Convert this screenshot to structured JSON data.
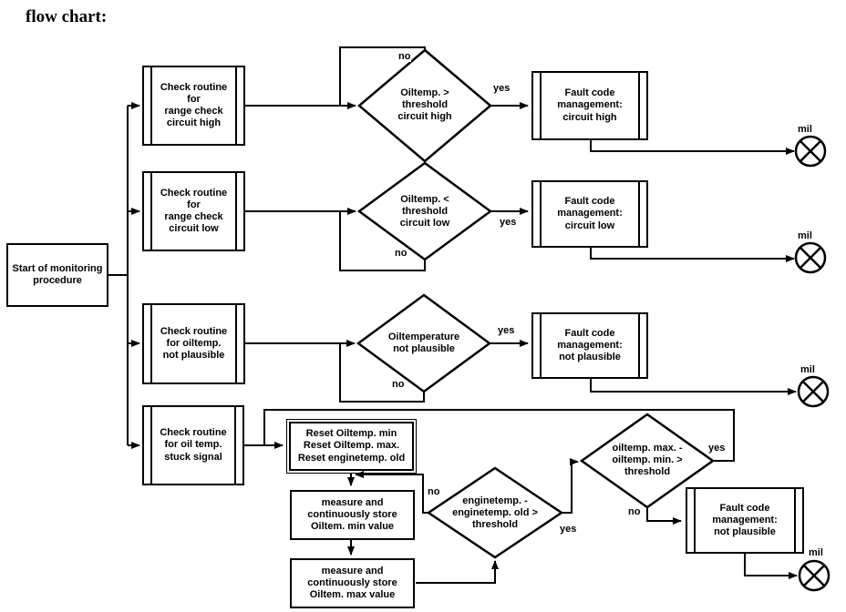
{
  "title": "flow chart:",
  "labels": {
    "yes": "yes",
    "no": "no",
    "mil": "mil"
  },
  "colors": {
    "line": "#000000",
    "background": "#ffffff"
  },
  "nodes": {
    "start": "Start of monitoring\nprocedure",
    "check_circuit_high": "Check routine\nfor\nrange check\ncircuit high",
    "check_circuit_low": "Check routine\nfor\nrange check\ncircuit low",
    "check_not_plausible": "Check routine\nfor oiltemp.\nnot plausible",
    "check_stuck_signal": "Check routine\nfor oil temp.\nstuck signal",
    "decision_circuit_high": "Oiltemp. >\nthreshold\ncircuit high",
    "decision_circuit_low": "Oiltemp. <\nthreshold\ncircuit low",
    "decision_not_plausible": "Oiltemperature\nnot plausible",
    "decision_enginetemp": "enginetemp. -\nenginetemp. old >\nthreshold",
    "decision_oiltemp_delta": "oiltemp. max. -\noiltemp. min. >\nthreshold",
    "fault_circuit_high": "Fault code\nmanagement:\ncircuit high",
    "fault_circuit_low": "Fault code\nmanagement:\ncircuit low",
    "fault_not_plausible": "Fault code\nmanagement:\nnot plausible",
    "fault_stuck_signal": "Fault code\nmanagement:\nnot plausible",
    "reset": "Reset Oiltemp. min\nReset Oiltemp. max.\nReset enginetemp. old",
    "measure_min": "measure and\ncontinuously store\nOiltem. min value",
    "measure_max": "measure and\ncontinuously store\nOiltem. max value"
  }
}
